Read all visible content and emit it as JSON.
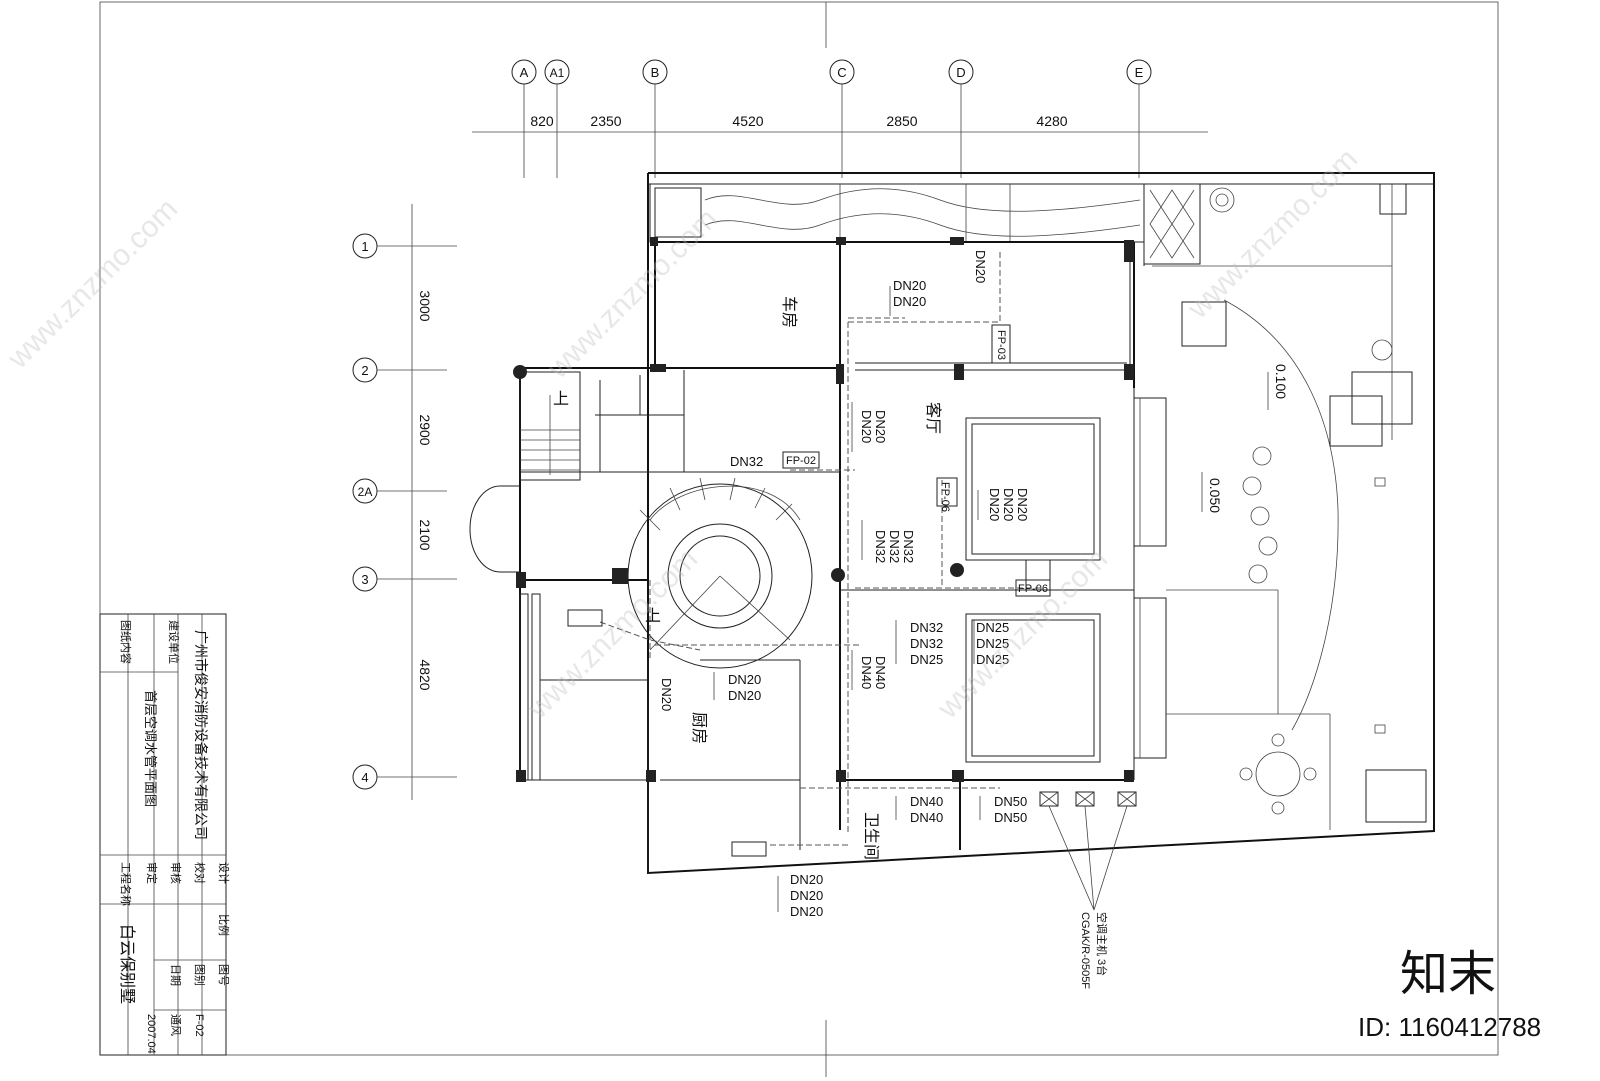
{
  "grid": {
    "cols": [
      "A",
      "A1",
      "B",
      "C",
      "D",
      "E"
    ],
    "rows": [
      "1",
      "2",
      "2A",
      "3",
      "4"
    ],
    "col_dims": [
      "820",
      "2350",
      "4520",
      "2850",
      "4280"
    ],
    "row_dims": [
      "3000",
      "2900",
      "2100",
      "4820"
    ]
  },
  "rooms": {
    "garage": "车房",
    "living": "客厅",
    "kitchen": "厨房",
    "bath": "卫生间",
    "up1": "上",
    "up2": "上"
  },
  "levels": {
    "l1": "0.100",
    "l2": "0.050"
  },
  "pipes": {
    "g1": [
      "DN20",
      "DN20"
    ],
    "g2": [
      "DN20"
    ],
    "g3": [
      "DN20",
      "DN20"
    ],
    "g4": [
      "DN32"
    ],
    "g5": [
      "DN20",
      "DN20",
      "DN20"
    ],
    "g6": [
      "DN32",
      "DN32",
      "DN32"
    ],
    "g7": [
      "DN32",
      "DN32",
      "DN25"
    ],
    "g8": [
      "DN25",
      "DN25",
      "DN25"
    ],
    "g9": [
      "DN40",
      "DN40"
    ],
    "g10": [
      "DN20"
    ],
    "g11": [
      "DN20",
      "DN20"
    ],
    "g12": [
      "DN40",
      "DN40"
    ],
    "g13": [
      "DN50",
      "DN50"
    ],
    "g14": [
      "DN20",
      "DN20",
      "DN20"
    ]
  },
  "units": {
    "fcu1": "FP-03",
    "fcu2": "FP-02",
    "fcu3": "FP-06",
    "fcu4": "FP-06",
    "outdoor": "空调主机 3台",
    "outdoor_model": "CGAK/R-0505F"
  },
  "title_block": {
    "company": "广州市俊安消防设备技术有限公司",
    "client_label": "建设单位",
    "content_label": "图纸内容",
    "drawing_name": "首层空调水管平面图",
    "project_label": "工程名称",
    "project_name": "白云保别墅",
    "design": "设计",
    "check": "校对",
    "review": "审核",
    "approve": "审定",
    "scale": "比例",
    "drawing_no": "图号",
    "category": "图别",
    "date": "日期",
    "drawing_no_value": "F-02",
    "category_value": "通风",
    "date_value": "2007.04"
  },
  "watermark": {
    "site": "www.znzmo.com",
    "brand": "知末",
    "id": "ID: 1160412788"
  }
}
